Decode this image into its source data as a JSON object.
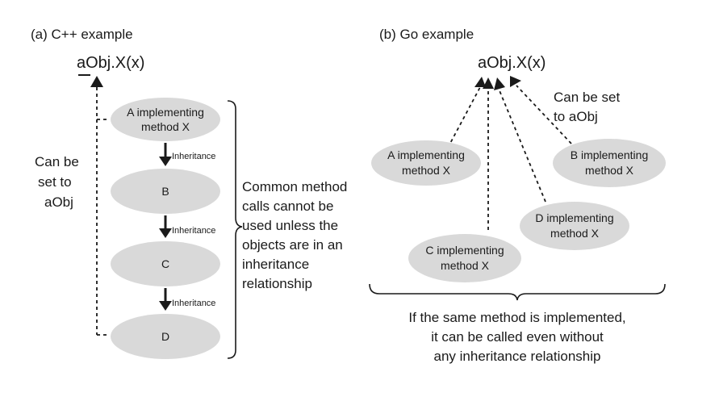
{
  "cpp": {
    "title": "(a) C++ example",
    "call": "aObj.X(x)",
    "can_be_set": [
      "Can be",
      "set to",
      "aObj"
    ],
    "nodes": {
      "a": [
        "A implementing",
        "method X"
      ],
      "b": "B",
      "c": "C",
      "d": "D"
    },
    "inheritance_label": "Inheritance",
    "note": [
      "Common method",
      "calls cannot be",
      "used unless the",
      "objects are in an",
      "inheritance",
      "relationship"
    ]
  },
  "go": {
    "title": "(b) Go example",
    "call": "aObj.X(x)",
    "can_be_set": [
      "Can be set",
      "to aObj"
    ],
    "nodes": {
      "a": [
        "A implementing",
        "method X"
      ],
      "b": [
        "B implementing",
        "method X"
      ],
      "c": [
        "C implementing",
        "method X"
      ],
      "d": [
        "D implementing",
        "method X"
      ]
    },
    "note": [
      "If the same method is implemented,",
      "it can be called even without",
      "any inheritance relationship"
    ]
  },
  "colors": {
    "node_fill": "#d9d9d9",
    "stroke": "#1a1a1a"
  }
}
